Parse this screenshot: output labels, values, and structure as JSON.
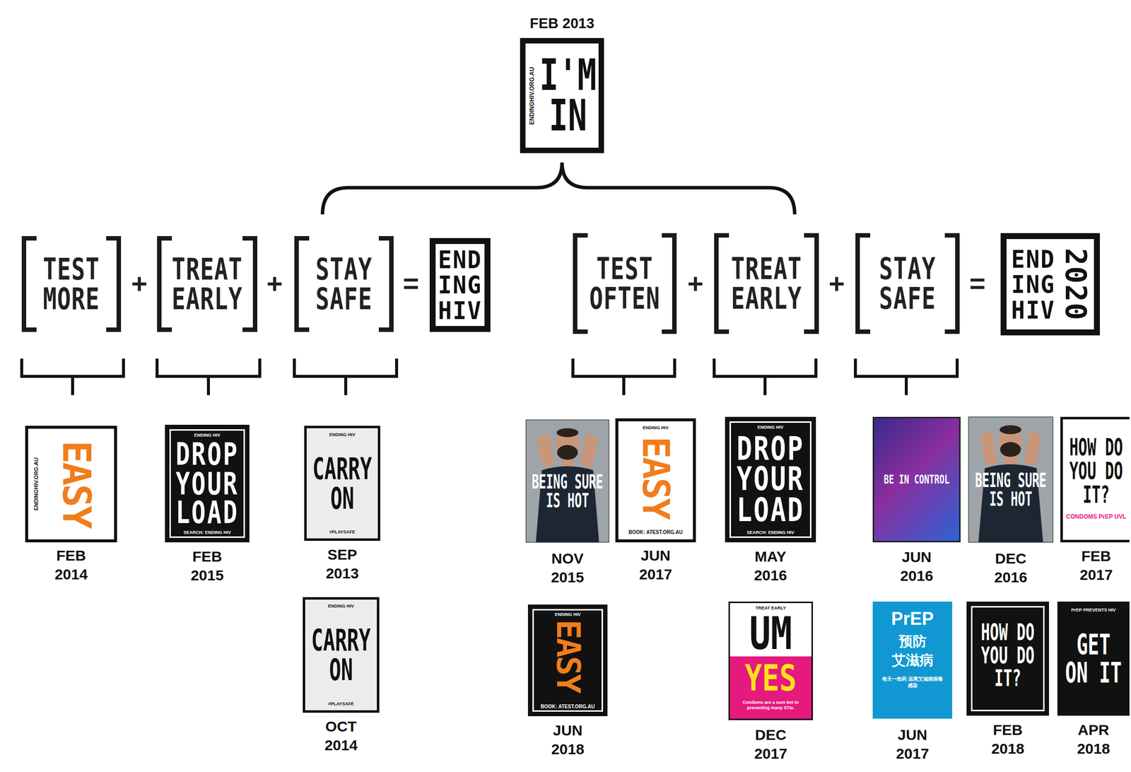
{
  "diagram": {
    "nodes": [
      {
        "text": [
          "FEB 2013",
          "I'M IN",
          "ENDINGHIV.ORG.AU"
        ]
      },
      {
        "text": [
          "TEST MORE"
        ]
      },
      {
        "text": [
          "TREAT EARLY"
        ]
      },
      {
        "text": [
          "STAY SAFE"
        ]
      },
      {
        "text": [
          "END ING HIV"
        ]
      },
      {
        "text": [
          "TEST OFTEN"
        ]
      },
      {
        "text": [
          "TREAT EARLY"
        ]
      },
      {
        "text": [
          "STAY SAFE"
        ]
      },
      {
        "text": [
          "END ING HIV",
          "2020"
        ]
      },
      {
        "text": [
          "EASY",
          "ENDINGHIV.ORG.AU",
          "FEB 2014"
        ]
      },
      {
        "text": [
          "ENDING HIV",
          "DROP YOUR LOAD",
          "SEARCH: ENDING HIV",
          "FEB 2015"
        ]
      },
      {
        "text": [
          "ENDING HIV",
          "CARRY ON",
          "#PLAYSAFE",
          "SEP 2013"
        ]
      },
      {
        "text": [
          "BEING SURE IS HOT",
          "NOV 2015"
        ]
      },
      {
        "text": [
          "ENDING HIV",
          "EASY",
          "BOOK: ATEST.ORG.AU",
          "JUN 2017"
        ]
      },
      {
        "text": [
          "ENDING HIV",
          "DROP YOUR LOAD",
          "SEARCH: ENDING HIV",
          "MAY 2016"
        ]
      },
      {
        "text": [
          "BE IN CONTROL",
          "JUN 2016"
        ]
      },
      {
        "text": [
          "BEING SURE IS HOT",
          "DEC 2016"
        ]
      },
      {
        "text": [
          "HOW DO YOU DO IT?",
          "CONDOMS PrEP UVL",
          "FEB 2017"
        ]
      },
      {
        "text": [
          "ENDING HIV",
          "CARRY ON",
          "#PLAYSAFE",
          "OCT 2014"
        ]
      },
      {
        "text": [
          "ENDING HIV",
          "EASY",
          "BOOK: ATEST.ORG.AU",
          "JUN 2018"
        ]
      },
      {
        "text": [
          "TREAT EARLY",
          "UM",
          "YES",
          "Condoms are a sure bet to preventing many STIs.",
          "DEC 2017"
        ]
      },
      {
        "text": [
          "PrEP",
          "预防",
          "艾滋病",
          "每天一粒药 远离艾滋病病毒感染",
          "JUN 2017"
        ]
      },
      {
        "text": [
          "HOW DO YOU DO IT?",
          "FEB 2018"
        ]
      },
      {
        "text": [
          "PrEP PREVENTS HIV",
          "GET ON IT",
          "APR 2018"
        ]
      }
    ],
    "labels": [
      "+",
      "+",
      "=",
      "+",
      "+",
      "="
    ]
  }
}
